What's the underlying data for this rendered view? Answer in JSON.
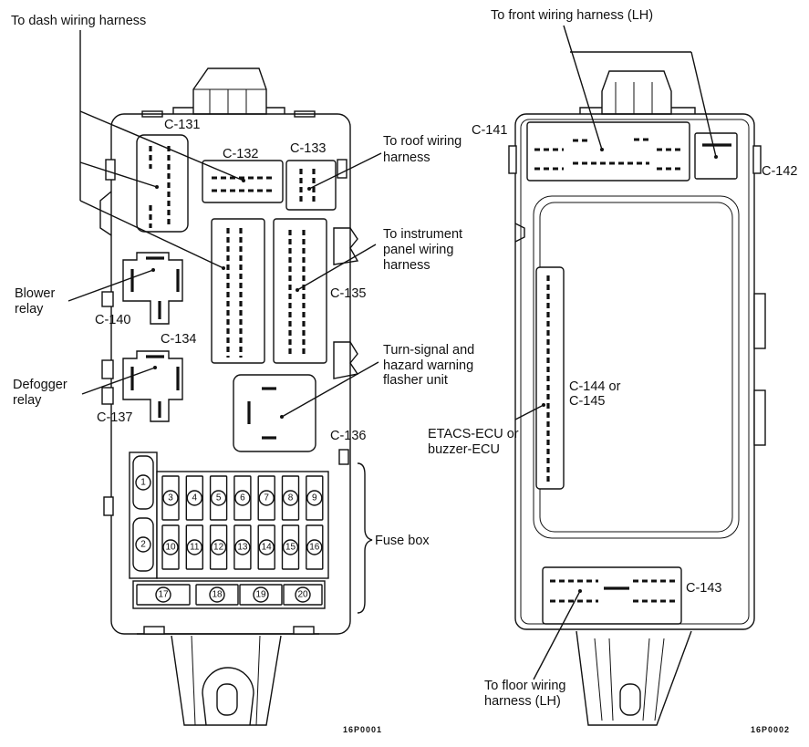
{
  "figure": {
    "left_unit": {
      "figure_code": "16P0001",
      "callouts": {
        "dash_harness": "To dash wiring harness",
        "roof_harness_line1": "To roof wiring",
        "roof_harness_line2": "harness",
        "instrument_line1": "To instrument",
        "instrument_line2": "panel wiring",
        "instrument_line3": "harness",
        "blower_line1": "Blower",
        "blower_line2": "relay",
        "defogger_line1": "Defogger",
        "defogger_line2": "relay",
        "flasher_line1": "Turn-signal and",
        "flasher_line2": "hazard warning",
        "flasher_line3": "flasher unit",
        "fuse_box": "Fuse box"
      },
      "connectors": {
        "c131": "C-131",
        "c132": "C-132",
        "c133": "C-133",
        "c134": "C-134",
        "c135": "C-135",
        "c136": "C-136",
        "c137": "C-137",
        "c140": "C-140"
      },
      "fuses": [
        "1",
        "2",
        "3",
        "4",
        "5",
        "6",
        "7",
        "8",
        "9",
        "10",
        "11",
        "12",
        "13",
        "14",
        "15",
        "16",
        "17",
        "18",
        "19",
        "20"
      ]
    },
    "right_unit": {
      "figure_code": "16P0002",
      "callouts": {
        "front_harness": "To front wiring harness (LH)",
        "etacs_line1": "ETACS-ECU or",
        "etacs_line2": "buzzer-ECU",
        "floor_line1": "To floor wiring",
        "floor_line2": "harness (LH)"
      },
      "connectors": {
        "c141": "C-141",
        "c142": "C-142",
        "c143": "C-143",
        "c144_line1": "C-144 or",
        "c144_line2": "C-145"
      }
    }
  }
}
